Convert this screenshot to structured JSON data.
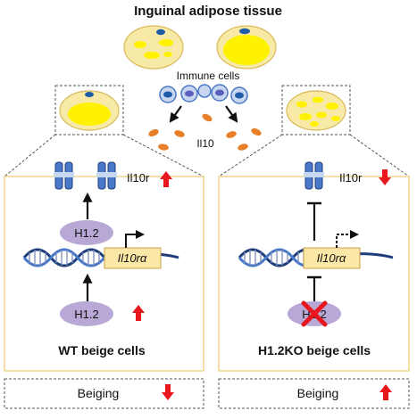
{
  "title": "Inguinal adipose tissue",
  "immune_label": "Immune cells",
  "cytokine_label": "Il10",
  "receptor_label": "Il10r",
  "gene_label": "Il10rα",
  "protein_label": "H1.2",
  "left_panel": {
    "caption": "WT beige cells",
    "beiging_label": "Beiging",
    "receptor_change": "up",
    "h12_change": "up",
    "beiging_change": "down"
  },
  "right_panel": {
    "caption": "H1.2KO beige cells",
    "beiging_label": "Beiging",
    "receptor_change": "down",
    "h12_status": "knocked-out",
    "beiging_change": "up"
  },
  "colors": {
    "adipocyte_fill": "#f7eaa6",
    "adipocyte_border": "#d9b95a",
    "lipid": "#fff200",
    "nucleus": "#1f5ca8",
    "receptor": "#4a78c8",
    "h12": "#b8a8d6",
    "il10": "#e8802a",
    "gene_box": "#fbe7a6",
    "arrow_red": "#e8161d",
    "panel_border": "#f2d48a",
    "dna": "#1d3d7a"
  }
}
